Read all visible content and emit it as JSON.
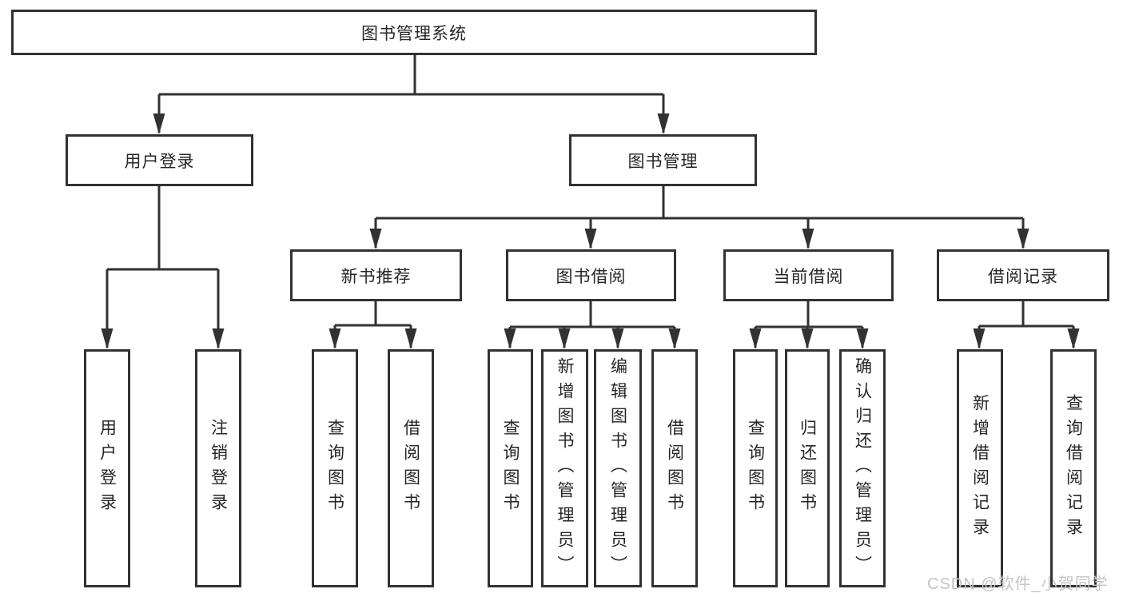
{
  "diagram": {
    "type": "hierarchy-tree",
    "title": "图书管理系统",
    "watermark": "CSDN @软件_小贺同学",
    "colors": {
      "line": "#323232",
      "box_border": "#323232",
      "box_background": "#ffffff",
      "text": "#262626",
      "watermark": "#c4c4c4"
    },
    "nodes": {
      "root": {
        "id": "root",
        "label": "图书管理系统"
      },
      "level1": [
        {
          "id": "user-login",
          "label": "用户登录",
          "parent": "图书管理系统"
        },
        {
          "id": "book-management",
          "label": "图书管理",
          "parent": "图书管理系统"
        }
      ],
      "level2": [
        {
          "id": "new-book-recommend",
          "label": "新书推荐",
          "parent": "图书管理"
        },
        {
          "id": "book-borrowing",
          "label": "图书借阅",
          "parent": "图书管理"
        },
        {
          "id": "current-borrowing",
          "label": "当前借阅",
          "parent": "图书管理"
        },
        {
          "id": "borrowing-records",
          "label": "借阅记录",
          "parent": "图书管理"
        }
      ],
      "leaves": [
        {
          "label": "用户登录",
          "parent": "用户登录"
        },
        {
          "label": "注销登录",
          "parent": "用户登录"
        },
        {
          "label": "查询图书",
          "parent": "新书推荐"
        },
        {
          "label": "借阅图书",
          "parent": "新书推荐"
        },
        {
          "label": "查询图书",
          "parent": "图书借阅"
        },
        {
          "label": "新增图书（管理员）",
          "parent": "图书借阅"
        },
        {
          "label": "编辑图书（管理员）",
          "parent": "图书借阅"
        },
        {
          "label": "借阅图书",
          "parent": "图书借阅"
        },
        {
          "label": "查询图书",
          "parent": "当前借阅"
        },
        {
          "label": "归还图书",
          "parent": "当前借阅"
        },
        {
          "label": "确认归还（管理员）",
          "parent": "当前借阅"
        },
        {
          "label": "新增借阅记录",
          "parent": "借阅记录"
        },
        {
          "label": "查询借阅记录",
          "parent": "借阅记录"
        }
      ]
    }
  }
}
